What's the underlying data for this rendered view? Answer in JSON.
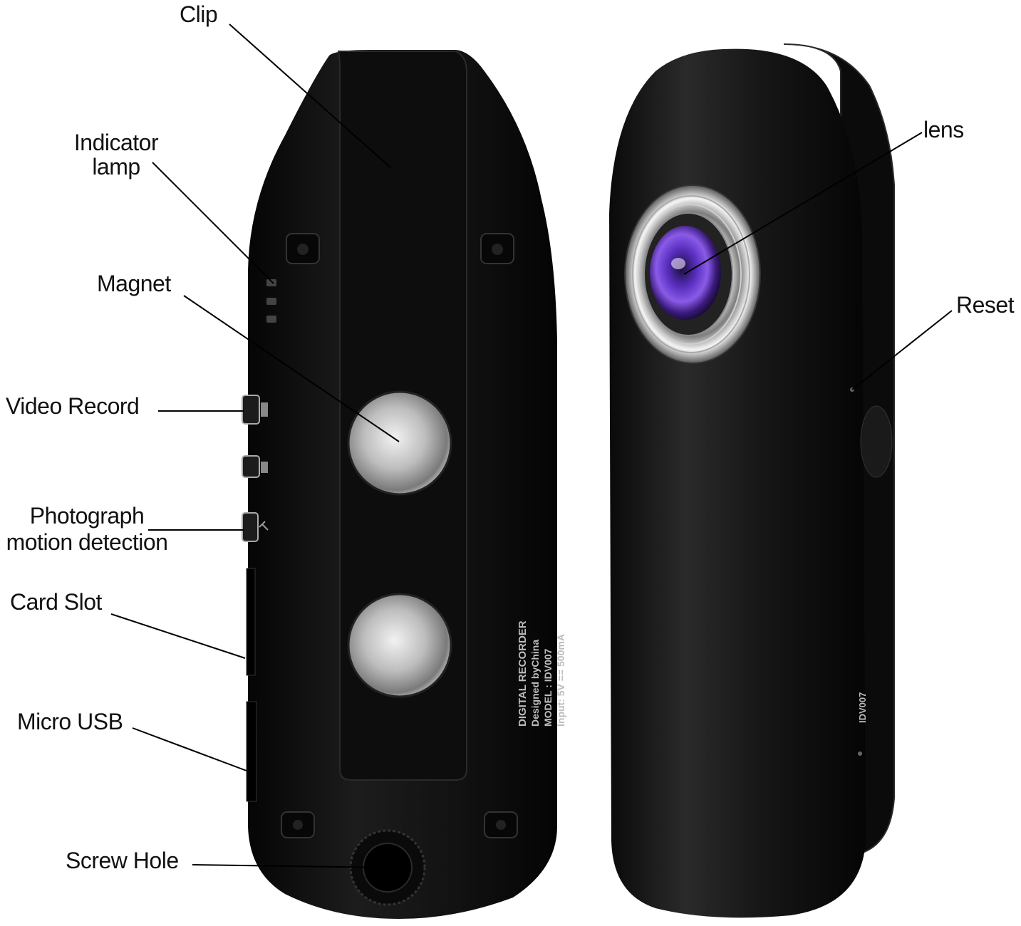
{
  "labels": {
    "clip": "Clip",
    "indicator_lamp_1": "Indicator",
    "indicator_lamp_2": "lamp",
    "magnet": "Magnet",
    "video_record": "Video Record",
    "photograph_1": "Photograph",
    "photograph_2": "motion detection",
    "card_slot": "Card Slot",
    "micro_usb": "Micro USB",
    "screw_hole": "Screw Hole",
    "lens": "lens",
    "reset": "Reset"
  },
  "device_print": {
    "line1": "DIGITAL RECORDER",
    "line2": "Designed byChina",
    "line3": "MODEL : IDV007",
    "line4": "Input: 5V == 500mA",
    "line5": "IDV007"
  },
  "colors": {
    "body": "#141414",
    "clip": "#0c0c0c",
    "metal": "#c9c9c9",
    "lens_purple": "#6a3fd0",
    "text": "#111111"
  }
}
